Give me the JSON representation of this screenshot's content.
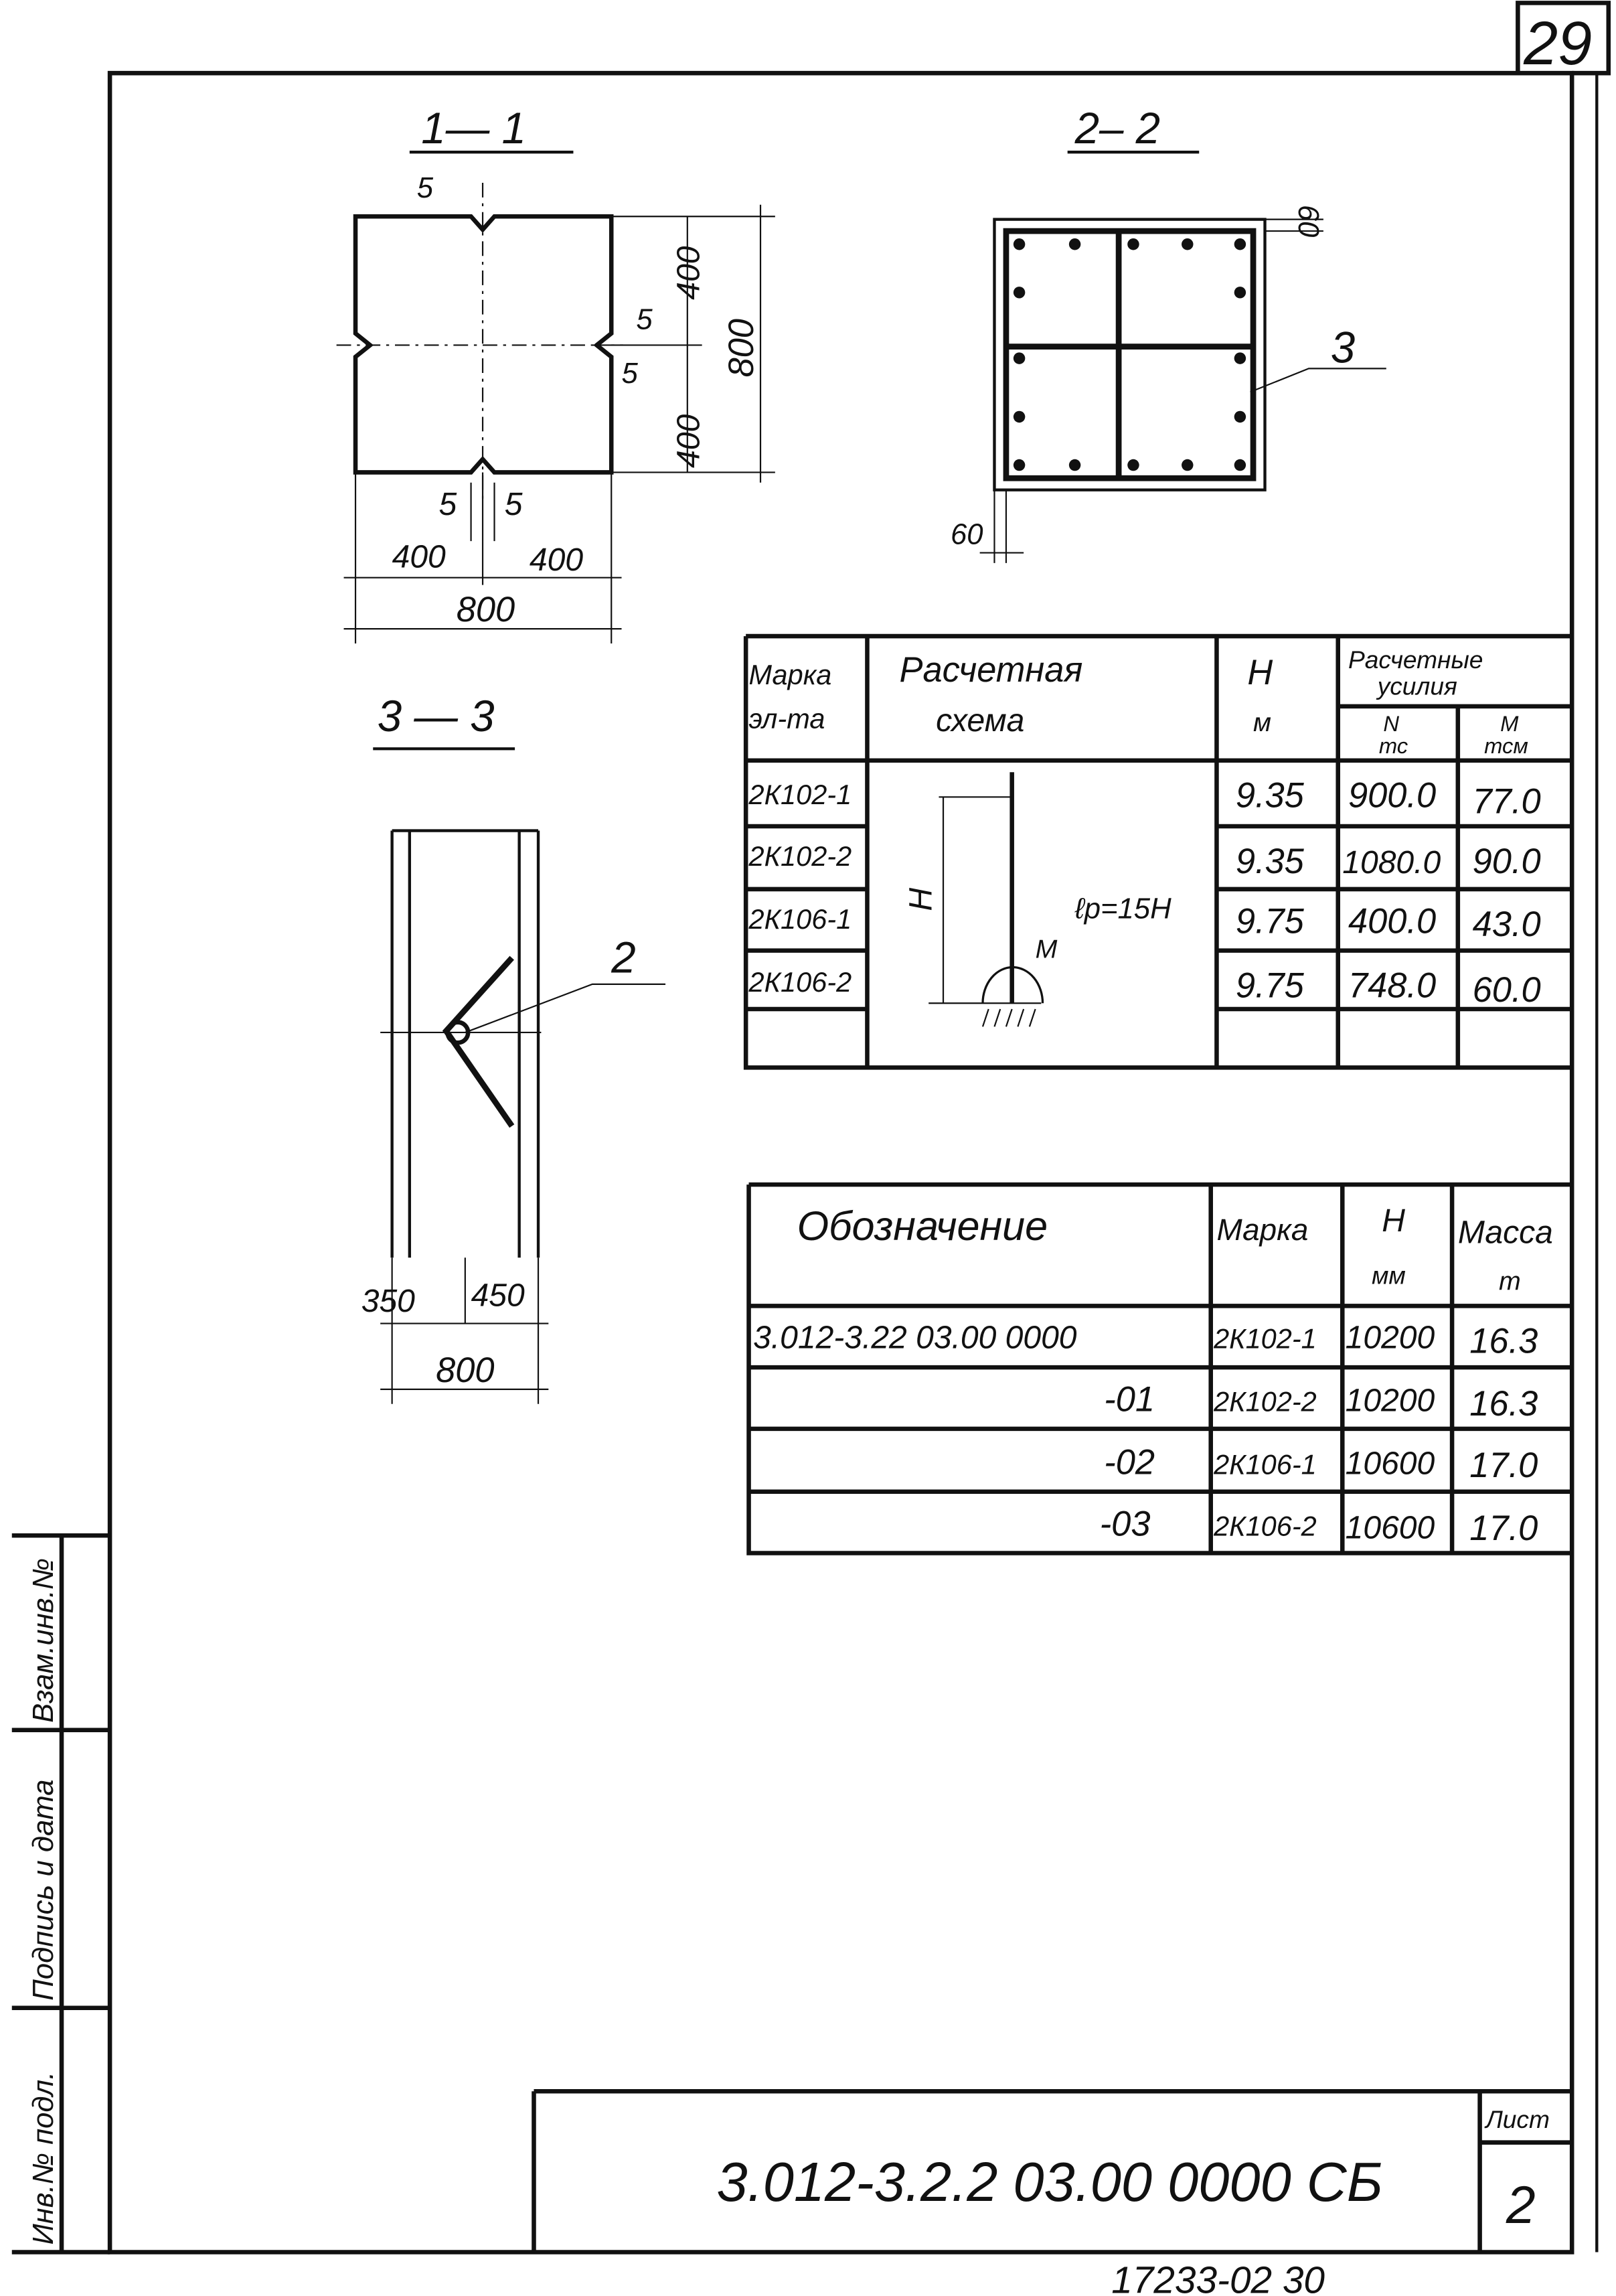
{
  "sheet_corner_number": "29",
  "sections": {
    "s11": {
      "title": "1— 1",
      "dims": [
        "5",
        "400",
        "800",
        "5",
        "5",
        "400",
        "5",
        "5",
        "400",
        "400",
        "800"
      ]
    },
    "s22": {
      "title": "2– 2",
      "dims": [
        "60",
        "60"
      ],
      "callout": "3"
    },
    "s33": {
      "title": "3 — 3",
      "dims": [
        "350",
        "450",
        "800"
      ],
      "callout": "2"
    }
  },
  "forces_table": {
    "headers": {
      "mark": [
        "Марка",
        "эл-та"
      ],
      "scheme": [
        "Расчетная",
        "схема"
      ],
      "h": [
        "H",
        "м"
      ],
      "forces": [
        "Расчетные",
        "усилия"
      ],
      "n": [
        "N",
        "тс"
      ],
      "m": [
        "M",
        "тсм"
      ]
    },
    "scheme_labels": {
      "h": "H",
      "lp": "ℓp=15H",
      "m": "M"
    },
    "rows": [
      {
        "mark": "2К102-1",
        "h": "9.35",
        "n": "900.0",
        "m": "77.0"
      },
      {
        "mark": "2К102-2",
        "h": "9.35",
        "n": "1080.0",
        "m": "90.0"
      },
      {
        "mark": "2К106-1",
        "h": "9.75",
        "n": "400.0",
        "m": "43.0"
      },
      {
        "mark": "2К106-2",
        "h": "9.75",
        "n": "748.0",
        "m": "60.0"
      }
    ]
  },
  "spec_table": {
    "headers": {
      "designation": "Обозначение",
      "mark": "Марка",
      "h": [
        "H",
        "мм"
      ],
      "mass": [
        "Масса",
        "т"
      ]
    },
    "rows": [
      {
        "designation": "3.012-3.22 03.00 0000",
        "mark": "2К102-1",
        "h": "10200",
        "mass": "16.3"
      },
      {
        "designation": "-01",
        "mark": "2К102-2",
        "h": "10200",
        "mass": "16.3"
      },
      {
        "designation": "-02",
        "mark": "2К106-1",
        "h": "10600",
        "mass": "17.0"
      },
      {
        "designation": "-03",
        "mark": "2К106-2",
        "h": "10600",
        "mass": "17.0"
      }
    ]
  },
  "side_strip": [
    "Взам.инв.№",
    "Подпись и дата",
    "Инв.№ подл."
  ],
  "title_block": {
    "code": "3.012-3.2.2  03.00 0000 СБ",
    "sheet_label": "Лист",
    "sheet_number": "2"
  },
  "footer_note": "17233-02   30"
}
